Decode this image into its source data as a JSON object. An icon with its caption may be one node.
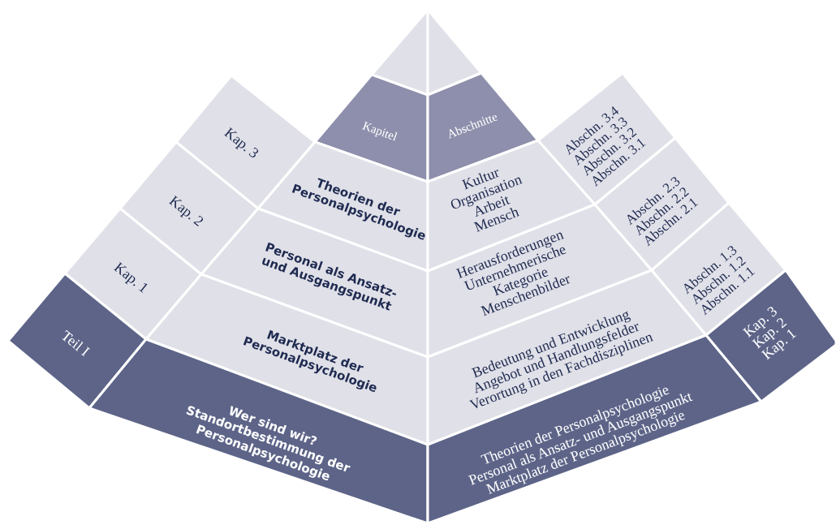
{
  "diagram": {
    "nodes": [
      {
        "text": [],
        "shape": "triangle"
      },
      {
        "text": [],
        "shape": "triangle"
      },
      {
        "text": [
          "Kapitel"
        ]
      },
      {
        "text": [
          "Abschnitte"
        ]
      },
      {
        "text": [
          "Kap. 3"
        ]
      },
      {
        "text": [
          "Theorien der Personalpsychologie"
        ]
      },
      {
        "text": [
          "Kultur",
          "Organisation",
          "Arbeit",
          "Mensch"
        ]
      },
      {
        "text": [
          "Abschn. 3.4",
          "Abschn. 3.3",
          "Abschn. 3.2",
          "Abschn. 3.1"
        ]
      },
      {
        "text": [
          "Kap. 2"
        ]
      },
      {
        "text": [
          "Personal als Ansatz- und Ausgangspunkt"
        ]
      },
      {
        "text": [
          "Herausforderungen",
          "Unternehmerische Kategorie",
          "Menschenbilder"
        ]
      },
      {
        "text": [
          "Abschn. 2.3",
          "Abschn. 2.2",
          "Abschn. 2.1"
        ]
      },
      {
        "text": [
          "Kap. 1"
        ]
      },
      {
        "text": [
          "Marktplatz der Personalpsychologie"
        ]
      },
      {
        "text": [
          "Bedeutung und Entwicklung",
          "Angebot und Handlungsfelder",
          "Verortung in den Fachdisziplinen"
        ]
      },
      {
        "text": [
          "Abschn. 1.3",
          "Abschn. 1.2",
          "Abschn. 1.1"
        ]
      },
      {
        "text": [
          "Teil I"
        ]
      },
      {
        "text": [
          "Wer sind wir?",
          "Standortbestimmung der Personalpsychologie"
        ]
      },
      {
        "text": [
          "Theorien der Personalpsychologie",
          "Personal als Ansatz- und Ausgangspunkt",
          "Marktplatz der Personalpsychologie"
        ]
      },
      {
        "text": [
          "Kap. 3",
          "Kap. 2",
          "Kap. 1"
        ]
      }
    ]
  }
}
